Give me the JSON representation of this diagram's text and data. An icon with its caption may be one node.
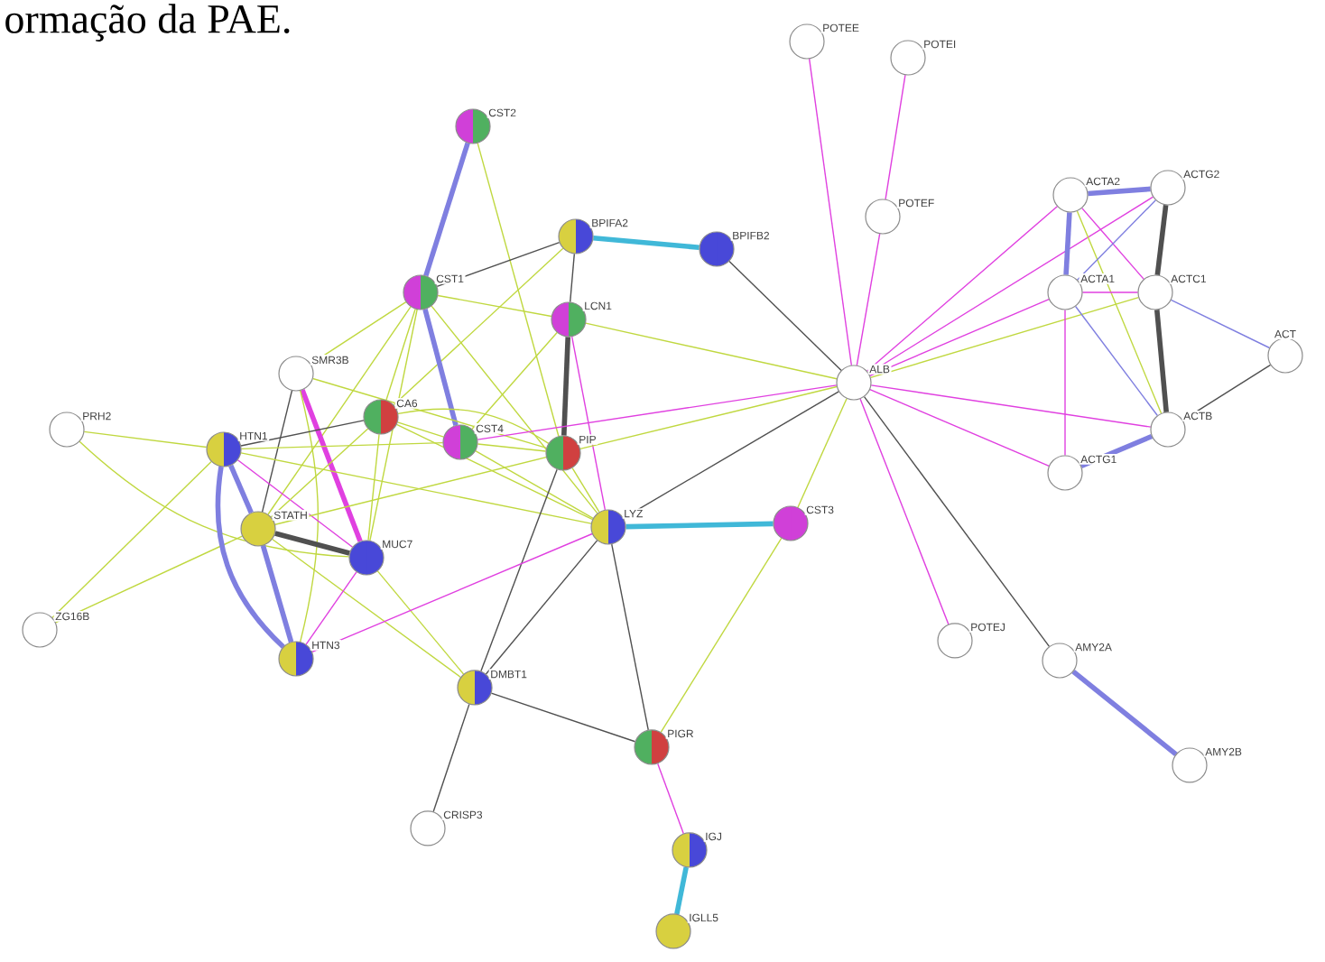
{
  "diagram": {
    "nodes": [
      {
        "text": [
          "CST2"
        ]
      },
      {
        "text": [
          "BPIFA2"
        ]
      },
      {
        "text": [
          "BPIFB2"
        ]
      },
      {
        "text": [
          "CST1"
        ]
      },
      {
        "text": [
          "LCN1"
        ]
      },
      {
        "text": [
          "SMR3B"
        ]
      },
      {
        "text": [
          "PRH2"
        ]
      },
      {
        "text": [
          "CA6"
        ]
      },
      {
        "text": [
          "CST4"
        ]
      },
      {
        "text": [
          "PIP"
        ]
      },
      {
        "text": [
          "HTN1"
        ]
      },
      {
        "text": [
          "STATH"
        ]
      },
      {
        "text": [
          "MUC7"
        ]
      },
      {
        "text": [
          "LYZ"
        ]
      },
      {
        "text": [
          "CST3"
        ]
      },
      {
        "text": [
          "ZG16B"
        ]
      },
      {
        "text": [
          "HTN3"
        ]
      },
      {
        "text": [
          "DMBT1"
        ]
      },
      {
        "text": [
          "PIGR"
        ]
      },
      {
        "text": [
          "CRISP3"
        ]
      },
      {
        "text": [
          "IGJ"
        ]
      },
      {
        "text": [
          "IGLL5"
        ]
      },
      {
        "text": [
          "POTEE"
        ]
      },
      {
        "text": [
          "POTEI"
        ]
      },
      {
        "text": [
          "POTEF"
        ]
      },
      {
        "text": [
          "ALB"
        ]
      },
      {
        "text": [
          "ACTA2"
        ]
      },
      {
        "text": [
          "ACTG2"
        ]
      },
      {
        "text": [
          "ACTA1"
        ]
      },
      {
        "text": [
          "ACTC1"
        ]
      },
      {
        "text": [
          "ACT"
        ]
      },
      {
        "text": [
          "ACTB"
        ]
      },
      {
        "text": [
          "ACTG1"
        ]
      },
      {
        "text": [
          "POTEJ"
        ]
      },
      {
        "text": [
          "AMY2A"
        ]
      },
      {
        "text": [
          "AMY2B"
        ]
      }
    ],
    "edges": [
      {
        "from": 0,
        "to": 3,
        "arrow": "none",
        "style": "thick",
        "color": "#7f7fe0"
      },
      {
        "from": 0,
        "to": 9,
        "arrow": "none"
      },
      {
        "from": 1,
        "to": 2,
        "arrow": "none",
        "style": "thick",
        "color": "#40b8d8"
      },
      {
        "from": 1,
        "to": 3,
        "arrow": "none",
        "color": "#505050"
      },
      {
        "from": 1,
        "to": 4,
        "arrow": "none",
        "color": "#505050"
      },
      {
        "from": 1,
        "to": 7,
        "arrow": "none"
      },
      {
        "from": 3,
        "to": 4,
        "arrow": "none"
      },
      {
        "from": 3,
        "to": 8,
        "arrow": "none",
        "style": "thick",
        "color": "#7f7fe0"
      },
      {
        "from": 3,
        "to": 5,
        "arrow": "none"
      },
      {
        "from": 3,
        "to": 11,
        "arrow": "none"
      },
      {
        "from": 3,
        "to": 7,
        "arrow": "none"
      },
      {
        "from": 3,
        "to": 12,
        "arrow": "none"
      },
      {
        "from": 3,
        "to": 13,
        "arrow": "none"
      },
      {
        "from": 4,
        "to": 9,
        "arrow": "none",
        "style": "thick",
        "color": "#505050"
      },
      {
        "from": 4,
        "to": 13,
        "arrow": "none",
        "color": "#e040e0"
      },
      {
        "from": 4,
        "to": 25,
        "arrow": "none"
      },
      {
        "from": 4,
        "to": 8,
        "arrow": "none"
      },
      {
        "from": 5,
        "to": 11,
        "arrow": "none",
        "color": "#505050"
      },
      {
        "from": 5,
        "to": 12,
        "arrow": "none",
        "style": "thick",
        "color": "#e040e0"
      },
      {
        "from": 5,
        "to": 16,
        "arrow": "none"
      },
      {
        "from": 5,
        "to": 9,
        "arrow": "none"
      },
      {
        "from": 6,
        "to": 10,
        "arrow": "none"
      },
      {
        "from": 6,
        "to": 12,
        "arrow": "none"
      },
      {
        "from": 15,
        "to": 10,
        "arrow": "none"
      },
      {
        "from": 15,
        "to": 11,
        "arrow": "none"
      },
      {
        "from": 10,
        "to": 7,
        "arrow": "none",
        "color": "#505050"
      },
      {
        "from": 10,
        "to": 11,
        "arrow": "none",
        "style": "thick",
        "color": "#7f7fe0"
      },
      {
        "from": 10,
        "to": 16,
        "arrow": "none",
        "style": "thick",
        "color": "#7f7fe0"
      },
      {
        "from": 10,
        "to": 12,
        "arrow": "none",
        "color": "#e040e0"
      },
      {
        "from": 10,
        "to": 8,
        "arrow": "none"
      },
      {
        "from": 10,
        "to": 13,
        "arrow": "none"
      },
      {
        "from": 11,
        "to": 16,
        "arrow": "none",
        "style": "thick",
        "color": "#7f7fe0"
      },
      {
        "from": 11,
        "to": 12,
        "arrow": "none",
        "style": "thick",
        "color": "#505050"
      },
      {
        "from": 11,
        "to": 7,
        "arrow": "none"
      },
      {
        "from": 11,
        "to": 9,
        "arrow": "none"
      },
      {
        "from": 11,
        "to": 17,
        "arrow": "none"
      },
      {
        "from": 12,
        "to": 16,
        "arrow": "none",
        "color": "#e040e0"
      },
      {
        "from": 12,
        "to": 7,
        "arrow": "none"
      },
      {
        "from": 12,
        "to": 17,
        "arrow": "none"
      },
      {
        "from": 7,
        "to": 8,
        "arrow": "none"
      },
      {
        "from": 7,
        "to": 9,
        "arrow": "none"
      },
      {
        "from": 7,
        "to": 13,
        "arrow": "none"
      },
      {
        "from": 8,
        "to": 9,
        "arrow": "none"
      },
      {
        "from": 8,
        "to": 13,
        "arrow": "none"
      },
      {
        "from": 8,
        "to": 25,
        "arrow": "none",
        "color": "#e040e0"
      },
      {
        "from": 9,
        "to": 25,
        "arrow": "none"
      },
      {
        "from": 9,
        "to": 13,
        "arrow": "none"
      },
      {
        "from": 9,
        "to": 17,
        "arrow": "none",
        "color": "#505050"
      },
      {
        "from": 13,
        "to": 16,
        "arrow": "none",
        "color": "#e040e0"
      },
      {
        "from": 13,
        "to": 14,
        "arrow": "none",
        "style": "thick",
        "color": "#40b8d8"
      },
      {
        "from": 13,
        "to": 17,
        "arrow": "none",
        "color": "#505050"
      },
      {
        "from": 13,
        "to": 18,
        "arrow": "none",
        "color": "#505050"
      },
      {
        "from": 13,
        "to": 25,
        "arrow": "none",
        "color": "#505050"
      },
      {
        "from": 17,
        "to": 18,
        "arrow": "none",
        "color": "#505050"
      },
      {
        "from": 17,
        "to": 19,
        "arrow": "none",
        "color": "#505050"
      },
      {
        "from": 18,
        "to": 14,
        "arrow": "none"
      },
      {
        "from": 18,
        "to": 20,
        "arrow": "none",
        "color": "#e040e0"
      },
      {
        "from": 20,
        "to": 21,
        "arrow": "none",
        "style": "thick",
        "color": "#40b8d8"
      },
      {
        "from": 14,
        "to": 25,
        "arrow": "none"
      },
      {
        "from": 2,
        "to": 25,
        "arrow": "none",
        "color": "#505050"
      },
      {
        "from": 22,
        "to": 25,
        "arrow": "none",
        "color": "#e040e0"
      },
      {
        "from": 23,
        "to": 24,
        "arrow": "none",
        "color": "#e040e0"
      },
      {
        "from": 24,
        "to": 25,
        "arrow": "none",
        "color": "#e040e0"
      },
      {
        "from": 25,
        "to": 26,
        "arrow": "none",
        "color": "#e040e0"
      },
      {
        "from": 25,
        "to": 27,
        "arrow": "none",
        "color": "#e040e0"
      },
      {
        "from": 25,
        "to": 28,
        "arrow": "none",
        "color": "#e040e0"
      },
      {
        "from": 25,
        "to": 29,
        "arrow": "none"
      },
      {
        "from": 25,
        "to": 31,
        "arrow": "none",
        "color": "#e040e0"
      },
      {
        "from": 25,
        "to": 32,
        "arrow": "none",
        "color": "#e040e0"
      },
      {
        "from": 25,
        "to": 33,
        "arrow": "none",
        "color": "#e040e0"
      },
      {
        "from": 25,
        "to": 34,
        "arrow": "none",
        "color": "#505050"
      },
      {
        "from": 26,
        "to": 27,
        "arrow": "none",
        "style": "thick",
        "color": "#7f7fe0"
      },
      {
        "from": 26,
        "to": 28,
        "arrow": "none",
        "style": "thick",
        "color": "#7f7fe0"
      },
      {
        "from": 26,
        "to": 29,
        "arrow": "none",
        "color": "#e040e0"
      },
      {
        "from": 26,
        "to": 31,
        "arrow": "none"
      },
      {
        "from": 27,
        "to": 28,
        "arrow": "none",
        "color": "#7f7fe0"
      },
      {
        "from": 27,
        "to": 29,
        "arrow": "none",
        "style": "thick",
        "color": "#505050"
      },
      {
        "from": 28,
        "to": 29,
        "arrow": "none",
        "color": "#e040e0"
      },
      {
        "from": 28,
        "to": 31,
        "arrow": "none",
        "color": "#7f7fe0"
      },
      {
        "from": 28,
        "to": 32,
        "arrow": "none",
        "color": "#e040e0"
      },
      {
        "from": 29,
        "to": 31,
        "arrow": "none",
        "style": "thick",
        "color": "#505050"
      },
      {
        "from": 29,
        "to": 30,
        "arrow": "none",
        "color": "#7f7fe0"
      },
      {
        "from": 30,
        "to": 31,
        "arrow": "none",
        "color": "#505050"
      },
      {
        "from": 31,
        "to": 32,
        "arrow": "none",
        "style": "thick",
        "color": "#7f7fe0"
      },
      {
        "from": 34,
        "to": 35,
        "arrow": "none",
        "style": "thick",
        "color": "#7f7fe0"
      }
    ],
    "labels": [
      "ormação da PAE."
    ]
  }
}
